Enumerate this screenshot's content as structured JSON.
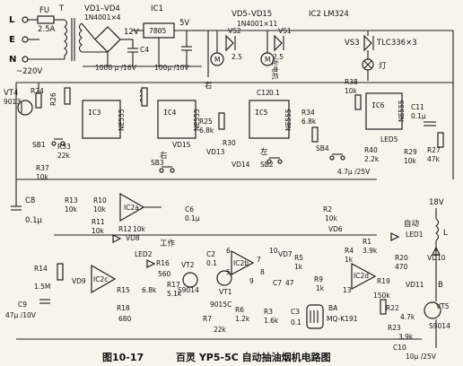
{
  "power": {
    "L": "L",
    "E": "E",
    "N": "N",
    "mains": "~220V",
    "fuse": "FU",
    "fuse_val": "2.5A",
    "transformer": "T",
    "rectifier": "VD1–VD4",
    "rectifier_val": "1N4001×4",
    "regulator": "IC1",
    "regulator_val": "7805",
    "v12": "12V",
    "v5": "5V",
    "c4": "C4",
    "c1000": "1000 μ /16V",
    "c100": "100μ /10V"
  },
  "top": {
    "vd5_15": "VD5–VD15",
    "vd5_15_val": "1N4001×11",
    "ic2": "IC2 LM324",
    "vs3": "VS3",
    "tlc": "TLC336×3",
    "lamp": "灯",
    "vs2": "VS2",
    "vs2_val": "2.5",
    "vs1": "VS1",
    "vs1_val": "2.5",
    "left_motor": "右",
    "right_motor": "左电机"
  },
  "timers": {
    "vt4": "VT4",
    "vt4_val": "9013",
    "r24": "R24",
    "r26": "R26",
    "ic3": "IC3",
    "ic3_type": "NE555",
    "r12": "R12",
    "ic4": "IC4",
    "ic4_type": "NE555",
    "r25": "R25",
    "r25_val": "6.8k",
    "c12": "C12",
    "c12_val": "0.1",
    "ic5": "IC5",
    "ic5_type": "NE555",
    "ic6": "IC6",
    "ic6_type": "NE555",
    "r38": "R38",
    "r38_val": "10k",
    "c11": "C11",
    "c11_val": "0.1μ",
    "led5": "LED5",
    "r40": "R40",
    "r40_val": "2.2k",
    "r29": "R29",
    "r29_val": "10k",
    "r27": "R27",
    "r27_val": "47k",
    "r33": "R33",
    "r33_val": "22k",
    "r37": "R37",
    "r37_val": "10k",
    "sb1": "SB1",
    "sb2": "SB2",
    "sb3": "SB3",
    "sb4": "SB4",
    "r34": "R34",
    "r34_val": "6.8k",
    "vd15": "VD15",
    "vd13": "VD13",
    "vd14": "VD14",
    "r30": "R30",
    "left_label": "左",
    "r_label": "右",
    "c_cap": "4.7μ /25V"
  },
  "lower": {
    "c8": "C8",
    "c8_val": "0.1μ",
    "r13": "R13",
    "r13_val": "10k",
    "r10": "R10",
    "r10_val": "10k",
    "ic2a": "IC2a",
    "c6": "C6",
    "c6_val": "0.1μ",
    "r11": "R11",
    "r11_val": "10k",
    "r12b": "R12",
    "r12b_val": "10k",
    "vd8": "VD8",
    "r2": "R2",
    "r2_val": "10k",
    "vd6": "VD6",
    "r1": "R1",
    "r1_val": "3.9k",
    "r4": "R4",
    "r4_val": "1k",
    "led2": "LED2",
    "work": "工作",
    "r16": "R16",
    "r16_val": "560",
    "r14": "R14",
    "r14_val": "1.5M",
    "vd9": "VD9",
    "ic2c": "IC2c",
    "c9": "C9",
    "c9_val": "47μ /10V",
    "r15": "R15",
    "r15_val": "6.8k",
    "r18": "R18",
    "r18_val": "680",
    "vt2": "VT2",
    "vt2_val": "S9014",
    "r17": "R17",
    "r17_val": "5.1k",
    "vt1": "VT1",
    "vt1_val": "9015C",
    "ic2b": "IC2b",
    "c2": "C2",
    "c2_val": "0.1",
    "r6": "R6",
    "r6_val": "1.2k",
    "r7": "R7",
    "r7_val": "22k",
    "r3": "R3",
    "r3_val": "1.6k",
    "c3": "C3",
    "c3_val": "0.1",
    "r5": "R5",
    "r5_val": "1k",
    "c7": "C7",
    "c7_val": "47",
    "ba": "BA",
    "ba_val": "MQ-K191",
    "vd7": "VD7",
    "r9": "R9",
    "r9_val": "1k",
    "ic2d": "IC2d",
    "r19": "R19",
    "r19_val": "150k",
    "pin13": "13",
    "pin6": "6",
    "pin9": "9",
    "pin10": "10",
    "pin8": "8",
    "pin7": "7",
    "pin5": "5"
  },
  "right": {
    "v18": "18V",
    "auto": "自动",
    "led1": "LED1",
    "l": "L",
    "vd10": "VD10",
    "r20": "R20",
    "r20_val": "470",
    "vd11": "VD11",
    "b": "B",
    "r22": "R22",
    "r22_val": "4.7k",
    "vt5": "VT5",
    "vt5_val": "S9014",
    "r23": "R23",
    "r23_val": "3.9k",
    "c10": "C10",
    "c10_val": "10μ /25V"
  },
  "caption": {
    "fig": "图10-17",
    "title": "百灵 YP5-5C 自动抽油烟机电路图"
  }
}
